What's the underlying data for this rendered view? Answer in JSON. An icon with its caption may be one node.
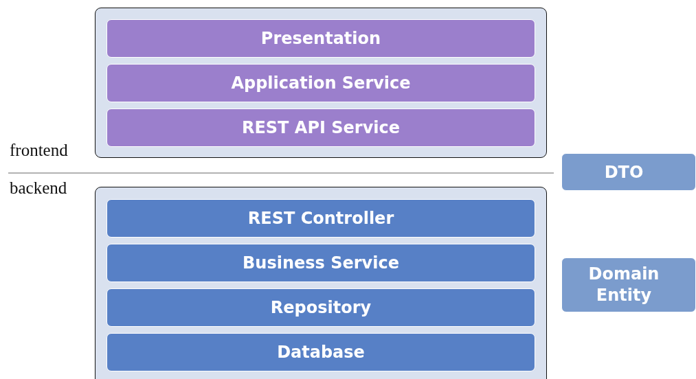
{
  "diagram": {
    "nodes": [
      {
        "text": [],
        "shape": "box"
      },
      {
        "text": [
          "Presentation"
        ],
        "in": 0
      },
      {
        "text": [
          "Application Service"
        ],
        "in": 0
      },
      {
        "text": [
          "REST API Service"
        ],
        "in": 0
      },
      {
        "text": [],
        "shape": "box"
      },
      {
        "text": [
          "REST Controller"
        ],
        "in": 4
      },
      {
        "text": [
          "Business Service"
        ],
        "in": 4
      },
      {
        "text": [
          "Repository"
        ],
        "in": 4
      },
      {
        "text": [
          "Database"
        ],
        "in": 4
      },
      {
        "text": [
          "DTO"
        ]
      },
      {
        "text": [
          "Domain Entity"
        ]
      }
    ],
    "labels": [
      "frontend",
      "backend"
    ]
  }
}
